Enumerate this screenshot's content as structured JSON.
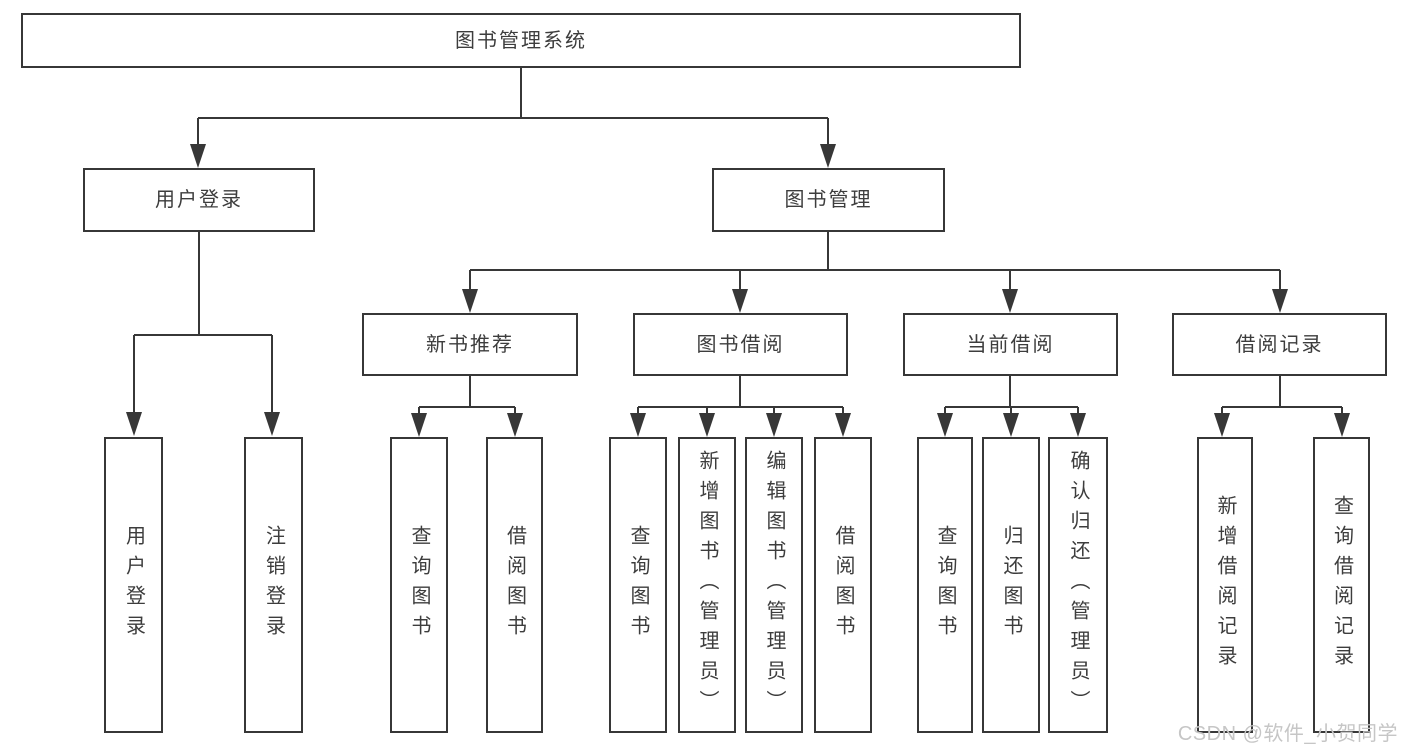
{
  "tree": {
    "root": {
      "label": "图书管理系统"
    },
    "children": [
      {
        "label": "用户登录",
        "children": [
          {
            "label": "用户登录"
          },
          {
            "label": "注销登录"
          }
        ]
      },
      {
        "label": "图书管理",
        "children": [
          {
            "label": "新书推荐",
            "children": [
              {
                "label": "查询图书"
              },
              {
                "label": "借阅图书"
              }
            ]
          },
          {
            "label": "图书借阅",
            "children": [
              {
                "label": "查询图书"
              },
              {
                "label": "新增图书（管理员）"
              },
              {
                "label": "编辑图书（管理员）"
              },
              {
                "label": "借阅图书"
              }
            ]
          },
          {
            "label": "当前借阅",
            "children": [
              {
                "label": "查询图书"
              },
              {
                "label": "归还图书"
              },
              {
                "label": "确认归还（管理员）"
              }
            ]
          },
          {
            "label": "借阅记录",
            "children": [
              {
                "label": "新增借阅记录"
              },
              {
                "label": "查询借阅记录"
              }
            ]
          }
        ]
      }
    ]
  },
  "watermark": {
    "text": "CSDN @软件_小贺同学"
  },
  "colors": {
    "background": "#ffffff",
    "line": "#373737",
    "box_border": "#373737",
    "text": "#3d3d3d",
    "watermark": "#c6c6c6"
  }
}
